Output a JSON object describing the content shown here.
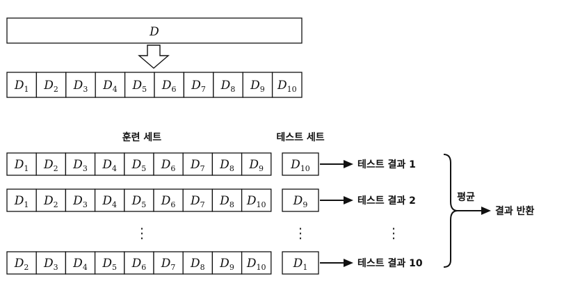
{
  "whole_dataset_label": "D",
  "partitions": [
    "1",
    "2",
    "3",
    "4",
    "5",
    "6",
    "7",
    "8",
    "9",
    "10"
  ],
  "train_set_header": "훈련 세트",
  "test_set_header": "테스트 세트",
  "folds": [
    {
      "train": [
        "1",
        "2",
        "3",
        "4",
        "5",
        "6",
        "7",
        "8",
        "9"
      ],
      "test": "10",
      "result": "테스트 결과 1"
    },
    {
      "train": [
        "1",
        "2",
        "3",
        "4",
        "5",
        "6",
        "7",
        "8",
        "10"
      ],
      "test": "9",
      "result": "테스트 결과 2"
    },
    {
      "train": [
        "2",
        "3",
        "4",
        "5",
        "6",
        "7",
        "8",
        "9",
        "10"
      ],
      "test": "1",
      "result": "테스트 결과 10"
    }
  ],
  "ellipsis": "⋮",
  "average_label": "평균",
  "final_label": "결과 반환"
}
